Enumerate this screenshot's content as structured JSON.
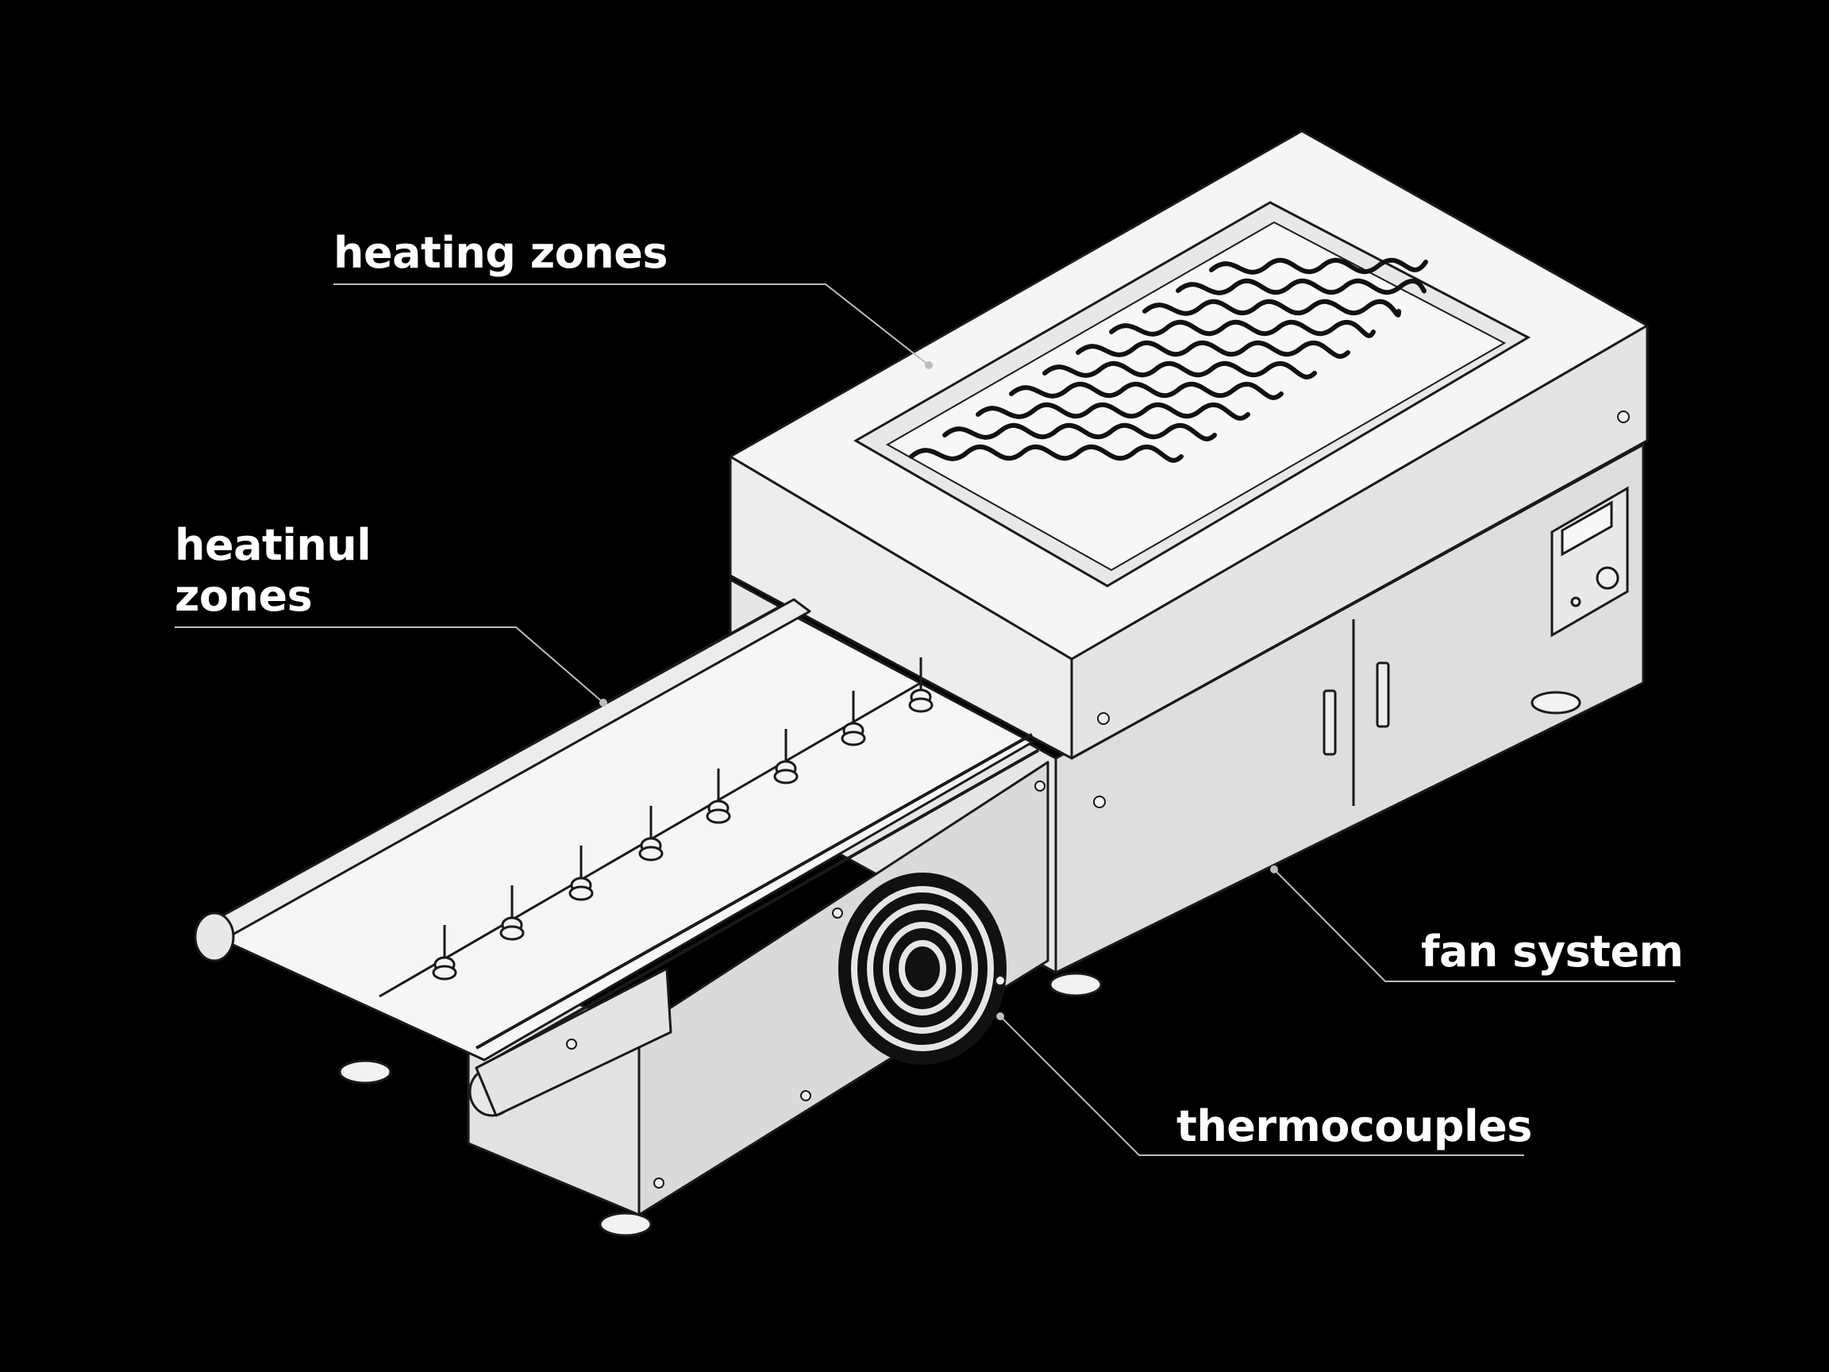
{
  "labels": {
    "heating_zones": "heating zones",
    "heatinul_line1": "heatinul",
    "heatinul_line2": "zones",
    "fan_system": "fan system",
    "thermocouples": "thermocouples"
  },
  "colors": {
    "background": "#000000",
    "machine_light": "#f4f4f4",
    "machine_mid": "#e2e2e2",
    "machine_dark": "#cfcfcf",
    "outline": "#1a1a1a",
    "label_text": "#ffffff",
    "leader_line": "#bdbdbd"
  }
}
